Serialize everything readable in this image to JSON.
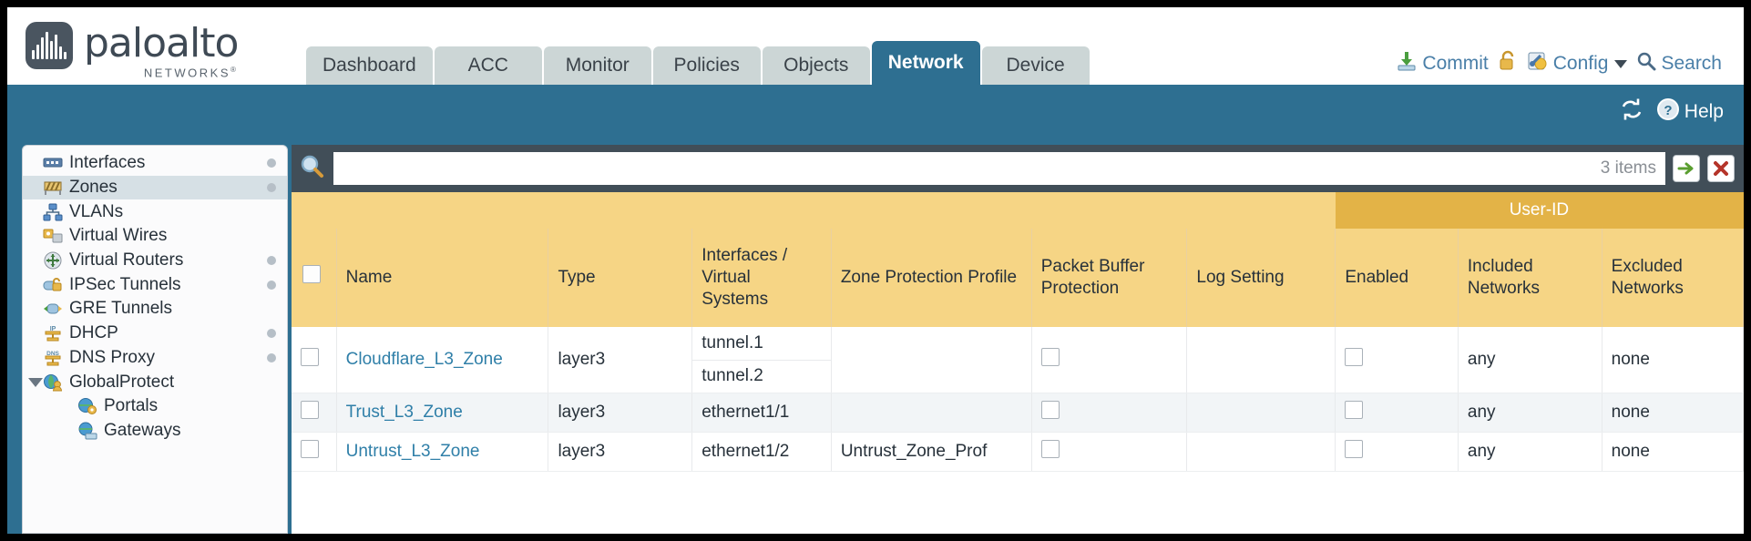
{
  "brand": {
    "name": "paloalto",
    "tagline": "NETWORKS",
    "registered": "®"
  },
  "nav": {
    "tabs": [
      {
        "label": "Dashboard",
        "active": false
      },
      {
        "label": "ACC",
        "active": false
      },
      {
        "label": "Monitor",
        "active": false
      },
      {
        "label": "Policies",
        "active": false
      },
      {
        "label": "Objects",
        "active": false
      },
      {
        "label": "Network",
        "active": true
      },
      {
        "label": "Device",
        "active": false
      }
    ]
  },
  "top_actions": {
    "commit": "Commit",
    "lock_icon": "padlock-icon",
    "config": "Config",
    "search": "Search"
  },
  "band": {
    "refresh_icon": "refresh-icon",
    "help": "Help"
  },
  "sidebar": {
    "items": [
      {
        "label": "Interfaces",
        "icon": "interfaces-icon",
        "selected": false,
        "dot": true,
        "child": false,
        "expander": false
      },
      {
        "label": "Zones",
        "icon": "zones-icon",
        "selected": true,
        "dot": true,
        "child": false,
        "expander": false
      },
      {
        "label": "VLANs",
        "icon": "vlans-icon",
        "selected": false,
        "dot": false,
        "child": false,
        "expander": false
      },
      {
        "label": "Virtual Wires",
        "icon": "virtual-wires-icon",
        "selected": false,
        "dot": false,
        "child": false,
        "expander": false
      },
      {
        "label": "Virtual Routers",
        "icon": "virtual-routers-icon",
        "selected": false,
        "dot": true,
        "child": false,
        "expander": false
      },
      {
        "label": "IPSec Tunnels",
        "icon": "ipsec-tunnels-icon",
        "selected": false,
        "dot": true,
        "child": false,
        "expander": false
      },
      {
        "label": "GRE Tunnels",
        "icon": "gre-tunnels-icon",
        "selected": false,
        "dot": false,
        "child": false,
        "expander": false
      },
      {
        "label": "DHCP",
        "icon": "dhcp-icon",
        "selected": false,
        "dot": true,
        "child": false,
        "expander": false
      },
      {
        "label": "DNS Proxy",
        "icon": "dns-proxy-icon",
        "selected": false,
        "dot": true,
        "child": false,
        "expander": false
      },
      {
        "label": "GlobalProtect",
        "icon": "globalprotect-icon",
        "selected": false,
        "dot": false,
        "child": false,
        "expander": true
      },
      {
        "label": "Portals",
        "icon": "portals-icon",
        "selected": false,
        "dot": false,
        "child": true,
        "expander": false
      },
      {
        "label": "Gateways",
        "icon": "gateways-icon",
        "selected": false,
        "dot": false,
        "child": true,
        "expander": false
      }
    ]
  },
  "search": {
    "value": "",
    "placeholder": "",
    "items_count": "3 items",
    "apply_icon": "green-arrow-icon",
    "clear_icon": "red-x-icon",
    "search_icon": "magnifier-icon"
  },
  "table": {
    "group_header": "User-ID",
    "columns": [
      "Name",
      "Type",
      "Interfaces / Virtual Systems",
      "Zone Protection Profile",
      "Packet Buffer Protection",
      "Log Setting",
      "Enabled",
      "Included Networks",
      "Excluded Networks"
    ],
    "rows": [
      {
        "selected": false,
        "name": "Cloudflare_L3_Zone",
        "type": "layer3",
        "interfaces": [
          "tunnel.1",
          "tunnel.2"
        ],
        "zone_protection_profile": "",
        "packet_buffer_protection": false,
        "log_setting": "",
        "userid_enabled": false,
        "included_networks": "any",
        "excluded_networks": "none"
      },
      {
        "selected": false,
        "name": "Trust_L3_Zone",
        "type": "layer3",
        "interfaces": [
          "ethernet1/1"
        ],
        "zone_protection_profile": "",
        "packet_buffer_protection": false,
        "log_setting": "",
        "userid_enabled": false,
        "included_networks": "any",
        "excluded_networks": "none"
      },
      {
        "selected": false,
        "name": "Untrust_L3_Zone",
        "type": "layer3",
        "interfaces": [
          "ethernet1/2"
        ],
        "zone_protection_profile": "Untrust_Zone_Prof",
        "packet_buffer_protection": false,
        "log_setting": "",
        "userid_enabled": false,
        "included_networks": "any",
        "excluded_networks": "none"
      }
    ]
  },
  "colors": {
    "brand_blue": "#2e6f91",
    "header_gold": "#f6d585",
    "group_gold": "#e3b347",
    "link_blue": "#2f7fa8",
    "dark_slate": "#414e58"
  }
}
